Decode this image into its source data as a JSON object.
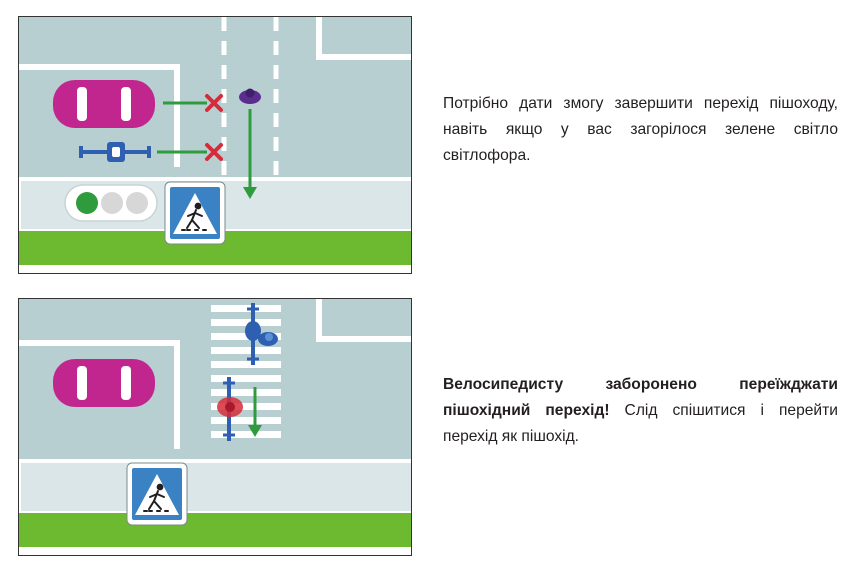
{
  "colors": {
    "road": "#b8cfd2",
    "sidewalk": "#dbe6e8",
    "grass": "#6db92f",
    "marking": "#ffffff",
    "car": "#c0268e",
    "bicycle": "#2e5fb0",
    "cyclist_rider": "#5b2d8e",
    "arrow": "#2e9b3c",
    "cross": "#d62b3a",
    "sign_blue": "#3b82c4",
    "traffic_light_green": "#2e9b3c",
    "traffic_light_off": "#d7d7d7"
  },
  "panels": [
    {
      "name": "scenario-green-light",
      "caption": "Потрібно дати змогу завершити перехід пішоходу, навіть якщо у вас загорілося зелене світло світлофора."
    },
    {
      "name": "scenario-cyclist-crossing",
      "caption_bold": "Велосипедисту заборонено переїжджати пішохідний перехід!",
      "caption_rest": " Слід спішитися і перейти перехід як пішохід."
    }
  ],
  "icons": {
    "car": "car-icon",
    "bicycle": "bicycle-icon",
    "cross": "x-mark-icon",
    "arrow": "down-arrow-icon",
    "traffic_light": "traffic-light-icon",
    "sign": "pedestrian-crossing-sign-icon",
    "pedestrian": "pedestrian-icon",
    "cyclist": "cyclist-icon"
  }
}
